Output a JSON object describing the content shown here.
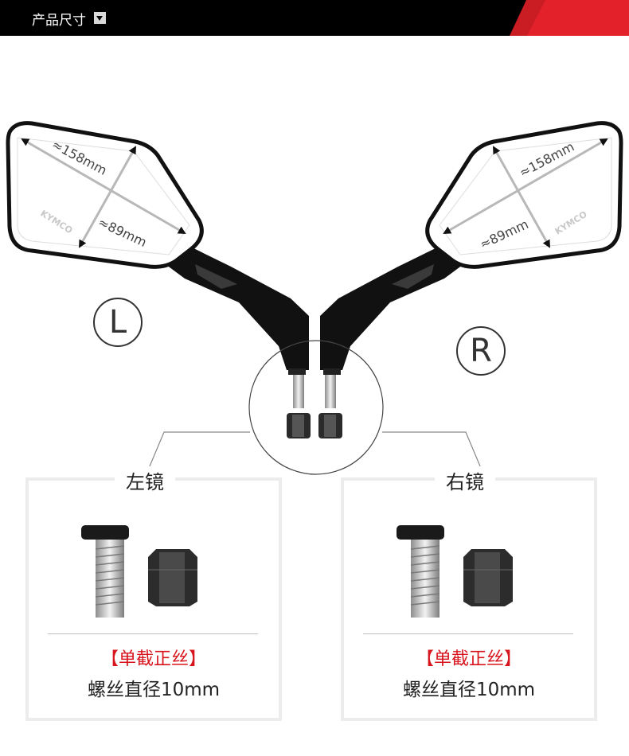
{
  "header": {
    "title": "产品尺寸"
  },
  "mirrors": {
    "left_letter": "L",
    "right_letter": "R",
    "diagonal_dimension": "≈158mm",
    "height_dimension": "≈89mm",
    "brand": "KYMCO"
  },
  "left_panel": {
    "title": "左镜",
    "note": "【单截正丝】",
    "spec": "螺丝直径10mm"
  },
  "right_panel": {
    "title": "右镜",
    "note": "【单截正丝】",
    "spec": "螺丝直径10mm"
  },
  "colors": {
    "accent_red": "#e2212a",
    "note_red": "#d8141c",
    "header_bg": "#000000"
  }
}
